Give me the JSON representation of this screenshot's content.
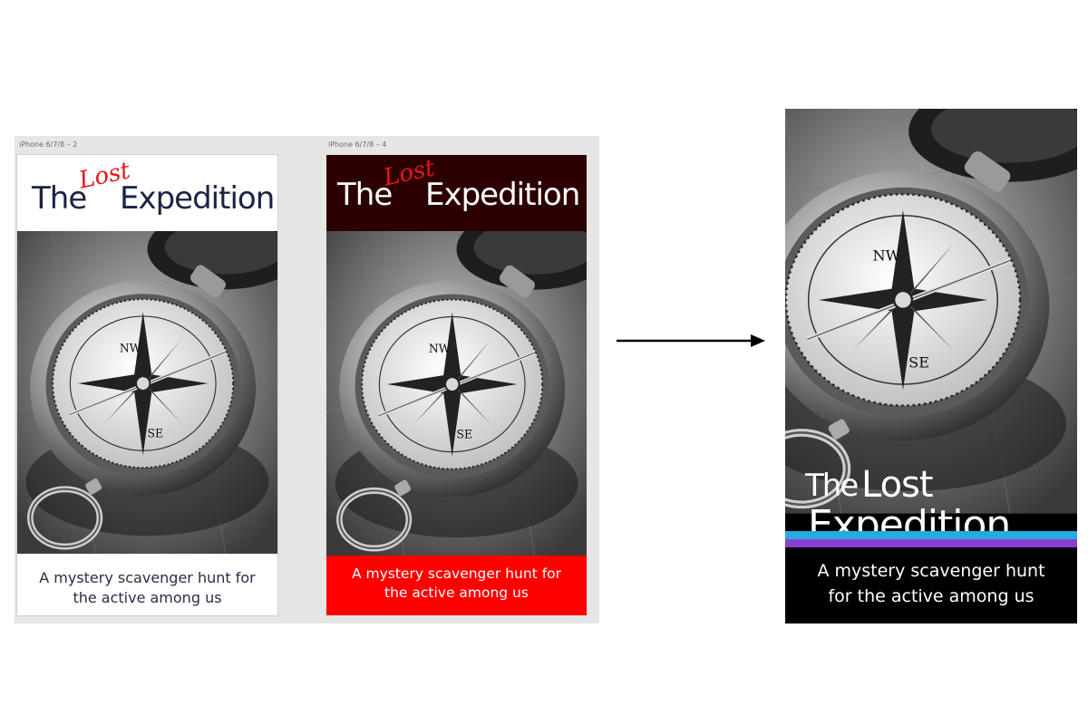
{
  "canvas": {
    "frame1_label": "iPhone 6/7/8 – 2",
    "frame2_label": "iPhone 6/7/8 – 4"
  },
  "logo": {
    "the": "The",
    "lost": "Lost",
    "expedition": "Expedition"
  },
  "tagline": {
    "line1": "A mystery scavenger hunt for",
    "line2": "the active among us"
  },
  "poster": {
    "the": "The",
    "lost": "Lost",
    "expedition": "Expedition",
    "tag_line1": "A mystery scavenger hunt",
    "tag_line2": "for the active among us"
  },
  "colors": {
    "logo_navy": "#1d2244",
    "lost_red": "#e8141b",
    "dark_band": "#2c0002",
    "red_band": "#ff0000",
    "stripe_cyan": "#27a9e1",
    "stripe_purple": "#8a3fd0"
  },
  "icons": {
    "arrow": "arrow-right-icon",
    "photo": "compass-photo"
  }
}
